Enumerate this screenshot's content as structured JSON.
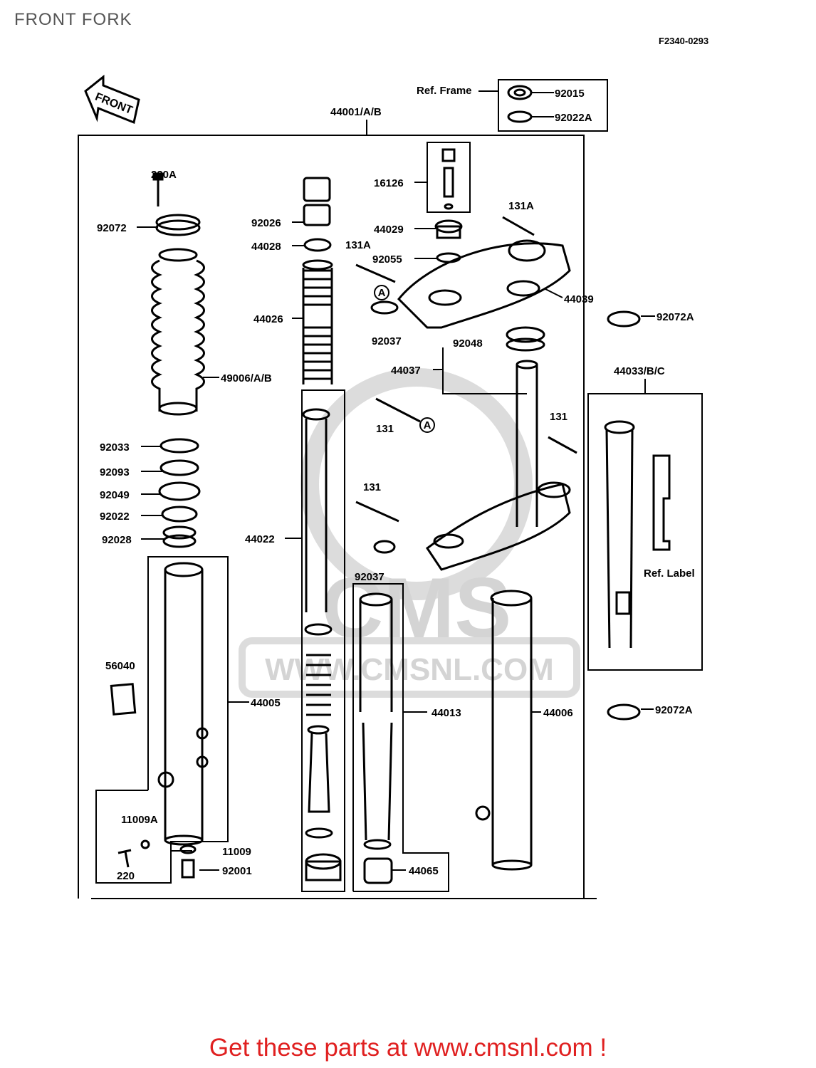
{
  "title": "FRONT FORK",
  "drawing_code": "F2340-0293",
  "banner": "Get these parts at www.cmsnl.com !",
  "watermark": {
    "big": "CMS",
    "url": "WWW.CMSNL.COM"
  },
  "direction_arrow": "FRONT",
  "parts": {
    "p44001": "44001/A/B",
    "ref_frame": "Ref. Frame",
    "p92015": "92015",
    "p92022A": "92022A",
    "p220A": "220A",
    "p92072": "92072",
    "p49006": "49006/A/B",
    "p92033": "92033",
    "p92093": "92093",
    "p92049": "92049",
    "p92022": "92022",
    "p92028": "92028",
    "p56040": "56040",
    "p44005": "44005",
    "p11009A": "11009A",
    "p220": "220",
    "p11009": "11009",
    "p92001": "92001",
    "p92026": "92026",
    "p44028": "44028",
    "p44026": "44026",
    "p44022": "44022",
    "p16126": "16126",
    "p44029": "44029",
    "p131A_left": "131A",
    "p131A_right": "131A",
    "p92055": "92055",
    "p44039": "44039",
    "p92037_top": "92037",
    "p92048": "92048",
    "p44037": "44037",
    "p131_mid": "131",
    "ref_A_1": "A",
    "ref_A_2": "A",
    "p131_right": "131",
    "p131_left": "131",
    "p92037_bottom": "92037",
    "p92072A_top": "92072A",
    "p44033": "44033/B/C",
    "ref_label": "Ref. Label",
    "p44013": "44013",
    "p44006": "44006",
    "p44065": "44065",
    "p92072A_bottom": "92072A"
  }
}
